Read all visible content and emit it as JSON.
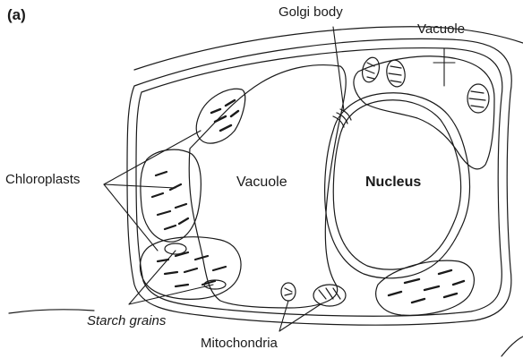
{
  "figure": {
    "panel": "(a)"
  },
  "labels": {
    "golgi_body": "Golgi body",
    "vacuole_small": "Vacuole",
    "chloroplasts": "Chloroplasts",
    "vacuole_main": "Vacuole",
    "nucleus": "Nucleus",
    "starch_grains": "Starch grains",
    "mitochondria": "Mitochondria"
  },
  "colors": {
    "ink": "#1a1a1a",
    "background": "#ffffff"
  }
}
